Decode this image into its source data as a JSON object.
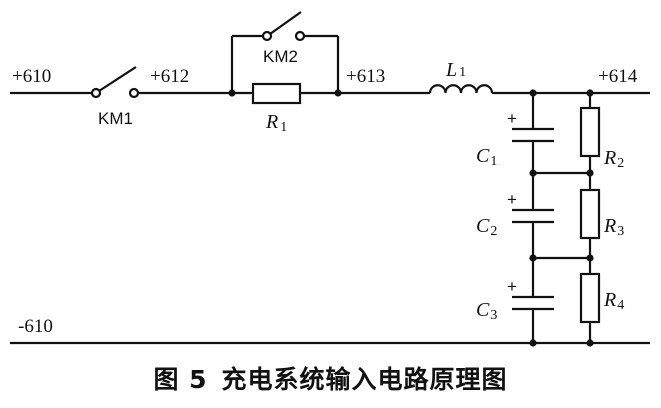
{
  "nets": {
    "pos610": "+610",
    "pos612": "+612",
    "pos613": "+613",
    "pos614": "+614",
    "neg610": "-610"
  },
  "switches": {
    "km1": "KM1",
    "km2": "KM2"
  },
  "components": {
    "r1": {
      "letter": "R",
      "sub": "1"
    },
    "l1": {
      "letter": "L",
      "sub": "1"
    },
    "c1": {
      "letter": "C",
      "sub": "1",
      "polarity": "+"
    },
    "c2": {
      "letter": "C",
      "sub": "2",
      "polarity": "+"
    },
    "c3": {
      "letter": "C",
      "sub": "3",
      "polarity": "+"
    },
    "r2": {
      "letter": "R",
      "sub": "2"
    },
    "r3": {
      "letter": "R",
      "sub": "3"
    },
    "r4": {
      "letter": "R",
      "sub": "4"
    }
  },
  "caption": {
    "number": "图 5",
    "text": "充电系统输入电路原理图"
  }
}
